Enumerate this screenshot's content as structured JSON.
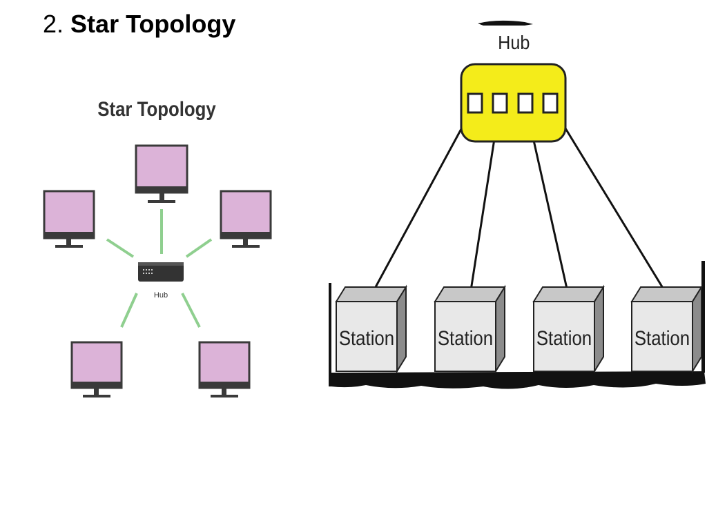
{
  "slide": {
    "number": "2.",
    "title": "Star Topology"
  },
  "left_diagram": {
    "title": "Star Topology",
    "hub_label": "Hub",
    "computer_count": 5
  },
  "right_diagram": {
    "hub_label": "Hub",
    "hub_port_count": 4,
    "stations": [
      "Station",
      "Station",
      "Station",
      "Station"
    ]
  },
  "colors": {
    "monitor_screen": "#dcb3d8",
    "monitor_frame": "#3a3a3a",
    "link_green": "#8fcf8f",
    "hub_yellow": "#f4ec1a",
    "station_face": "#e8e8e8",
    "station_side": "#8c8c8c"
  }
}
